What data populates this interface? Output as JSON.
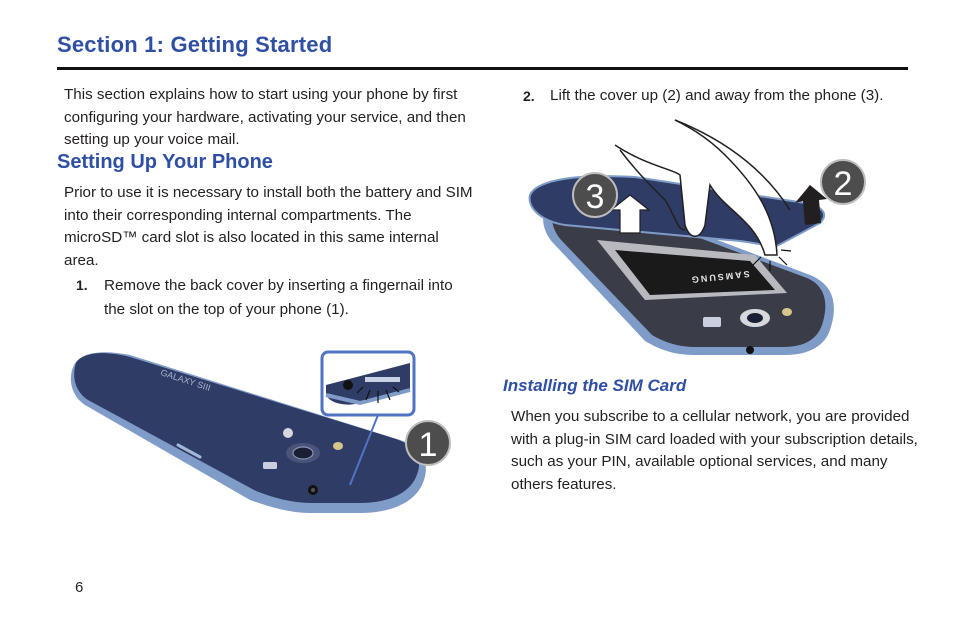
{
  "section_title": "Section 1: Getting Started",
  "intro_lines": [
    "This section explains how to start using your phone by first",
    "configuring your hardware, activating your service, and then",
    "setting up your voice mail."
  ],
  "subsection_title": "Setting Up Your Phone",
  "setup_lines": [
    "Prior to use it is necessary to install both the battery and SIM",
    "into their corresponding internal compartments. The",
    "microSD™ card slot is also located in this same internal",
    "area."
  ],
  "step1": {
    "number": "1.",
    "lines": [
      "Remove the back cover by inserting a fingernail into",
      "the slot on the top of your phone (1)."
    ]
  },
  "step2": {
    "number": "2.",
    "text": "Lift the cover up (2) and away from the phone (3)."
  },
  "sim_title": "Installing the SIM Card",
  "sim_lines": [
    "When you subscribe to a cellular network, you are provided",
    "with a plug-in SIM card loaded with your subscription details,",
    "such as your PIN, available optional services, and many",
    "others features."
  ],
  "callouts": {
    "one": "1",
    "two": "2",
    "three": "3"
  },
  "brand_battery": "SAMSUNG",
  "brand_phone": "GALAXY SIII",
  "page_number": "6",
  "colors": {
    "heading": "#2e4fa3",
    "phone_back": "#2f3d66",
    "phone_edge": "#7f9cc9"
  }
}
